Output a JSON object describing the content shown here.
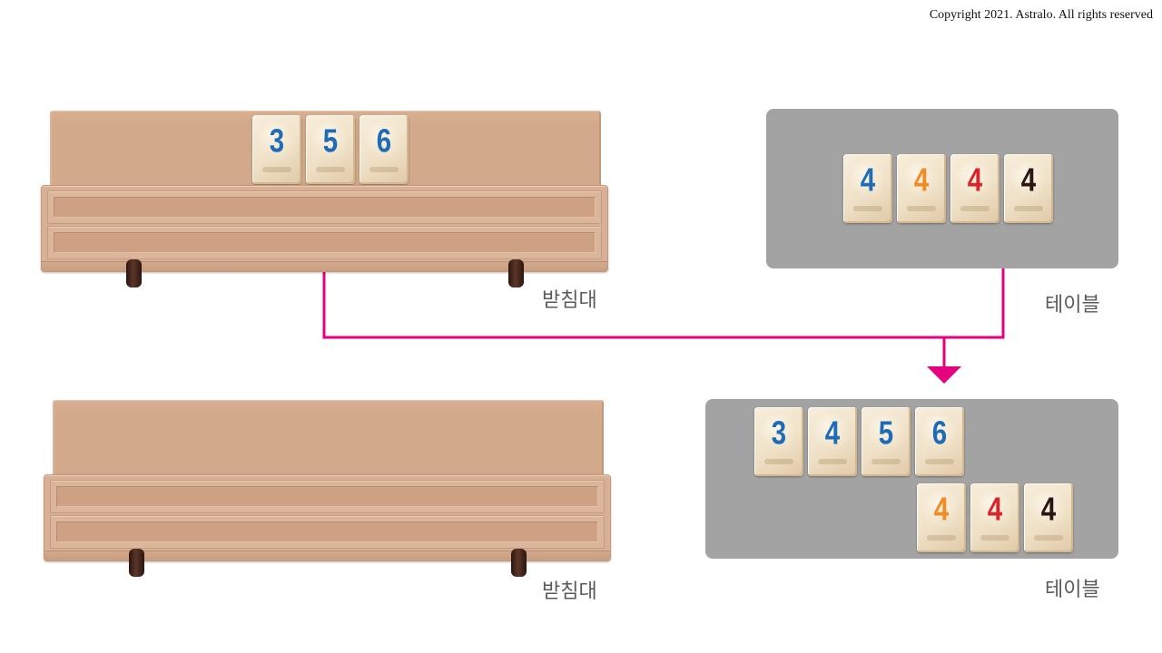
{
  "copyright": "Copyright 2021. Astralo. All rights reserved",
  "colors": {
    "rack": "#d3a98b",
    "rack_ledge": "#d9b095",
    "table": "#a3a3a3",
    "connector": "#e4007f",
    "label": "#5a5a5a",
    "tile_blue": "#1e6cb8",
    "tile_orange": "#f28b25",
    "tile_red": "#d9252a",
    "tile_black": "#2a1612"
  },
  "before": {
    "rack": {
      "label": "받침대",
      "tiles": [
        {
          "number": "3",
          "color": "blue"
        },
        {
          "number": "5",
          "color": "blue"
        },
        {
          "number": "6",
          "color": "blue"
        }
      ]
    },
    "table": {
      "label": "테이블",
      "rows": [
        [
          {
            "number": "4",
            "color": "blue"
          },
          {
            "number": "4",
            "color": "orange"
          },
          {
            "number": "4",
            "color": "red"
          },
          {
            "number": "4",
            "color": "black"
          }
        ]
      ]
    }
  },
  "after": {
    "rack": {
      "label": "받침대",
      "tiles": []
    },
    "table": {
      "label": "테이블",
      "rows": [
        [
          {
            "number": "3",
            "color": "blue"
          },
          {
            "number": "4",
            "color": "blue"
          },
          {
            "number": "5",
            "color": "blue"
          },
          {
            "number": "6",
            "color": "blue"
          }
        ],
        [
          {
            "number": "4",
            "color": "orange"
          },
          {
            "number": "4",
            "color": "red"
          },
          {
            "number": "4",
            "color": "black"
          }
        ]
      ]
    }
  }
}
